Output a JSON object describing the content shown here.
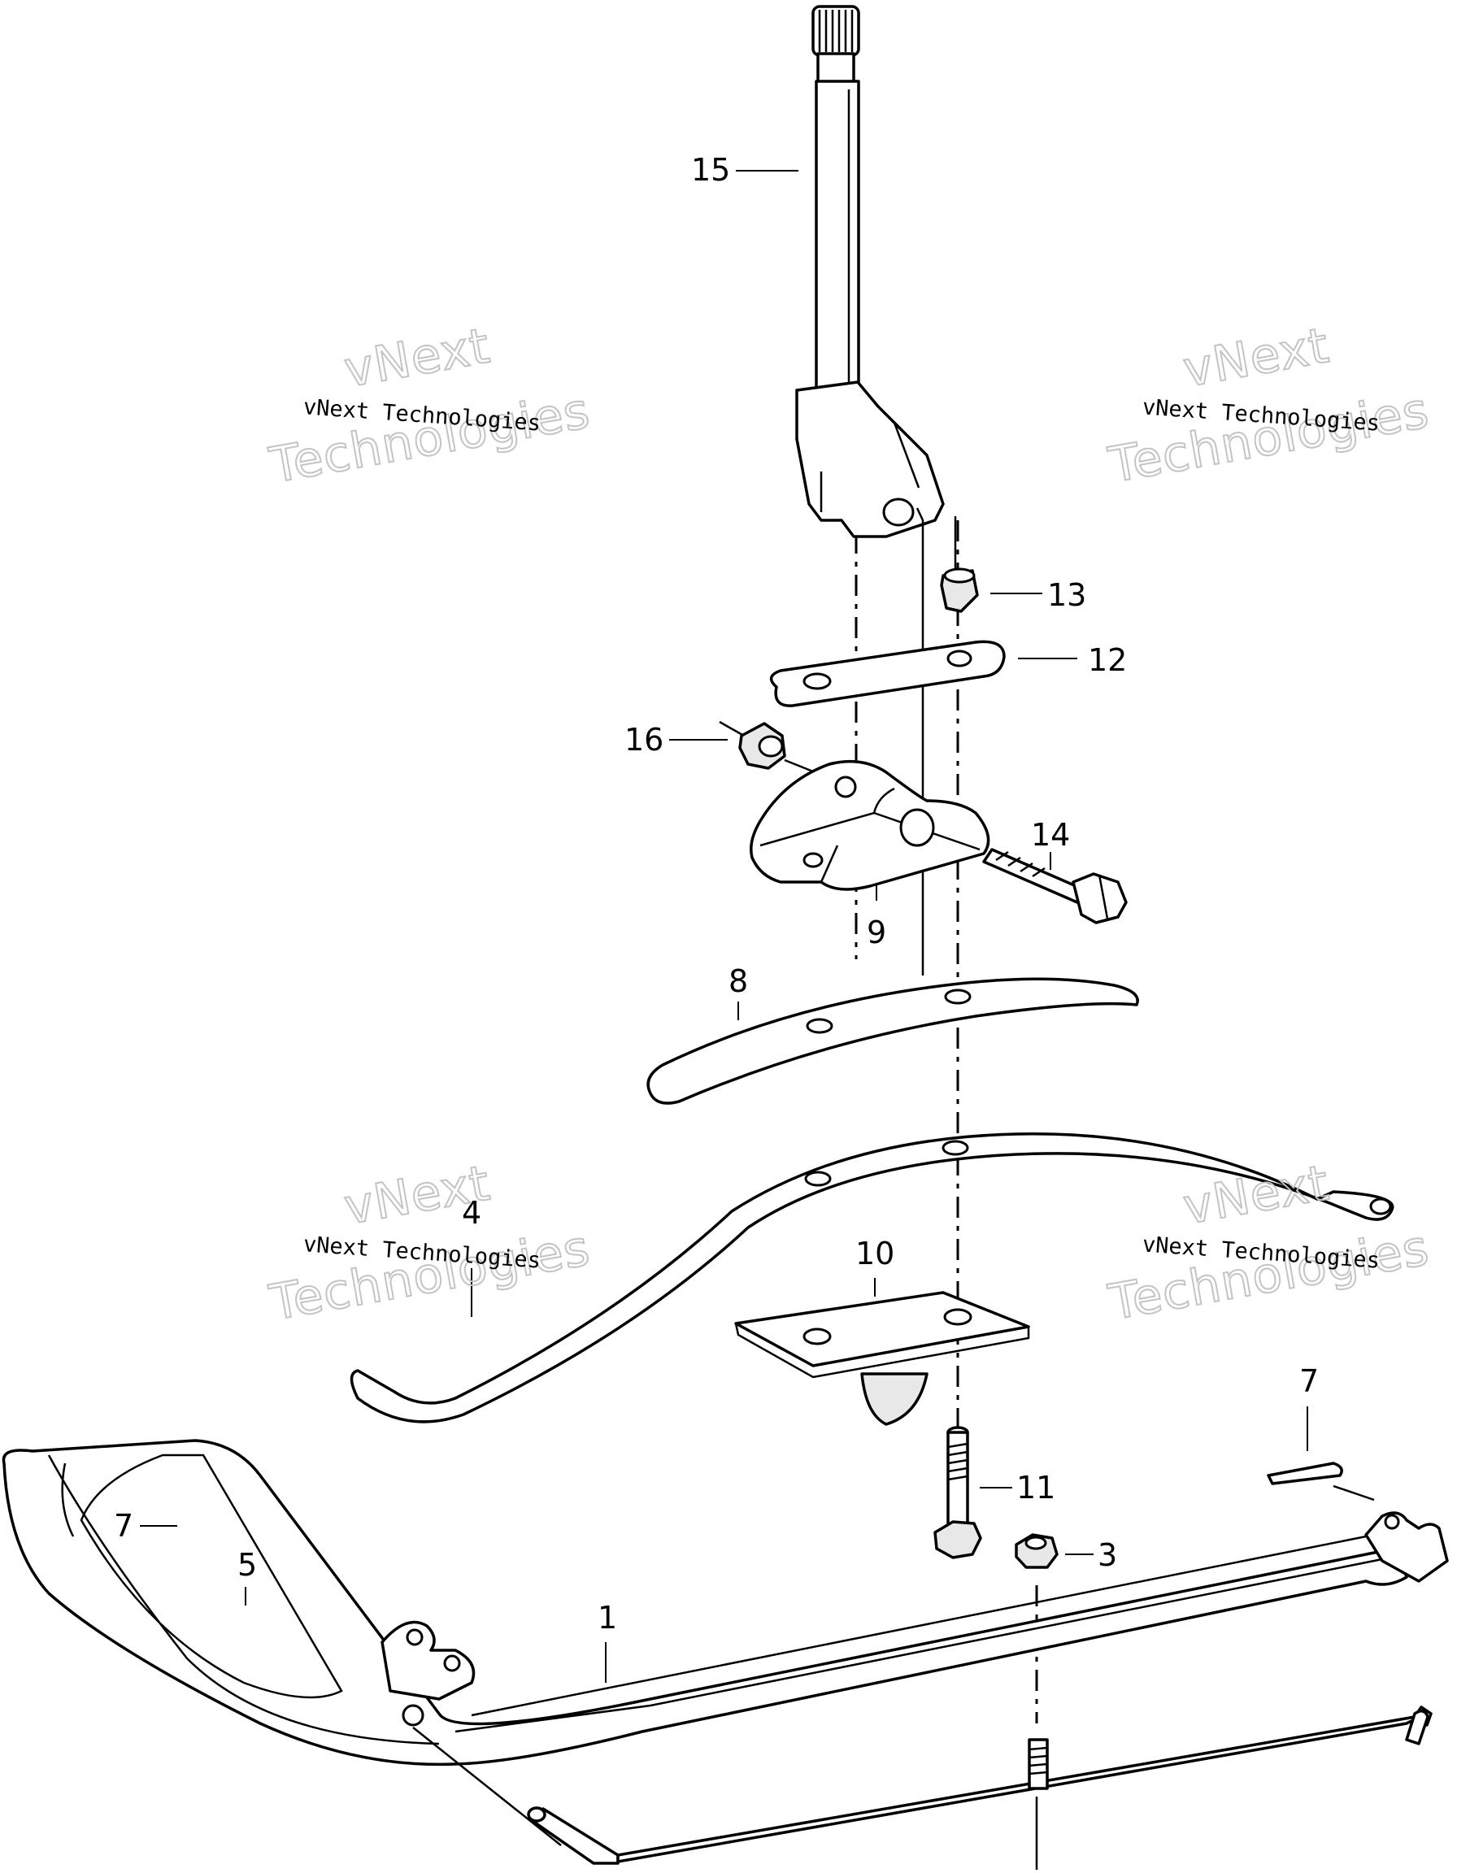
{
  "callouts": {
    "c1": "1",
    "c3": "3",
    "c4": "4",
    "c5": "5",
    "c7a": "7",
    "c7b": "7",
    "c8": "8",
    "c9": "9",
    "c10": "10",
    "c11": "11",
    "c12": "12",
    "c13": "13",
    "c14": "14",
    "c15": "15",
    "c16": "16"
  },
  "watermark": {
    "line_small": "vNext Technologies",
    "big_line1": "vNext",
    "big_line2": "Technologies"
  }
}
